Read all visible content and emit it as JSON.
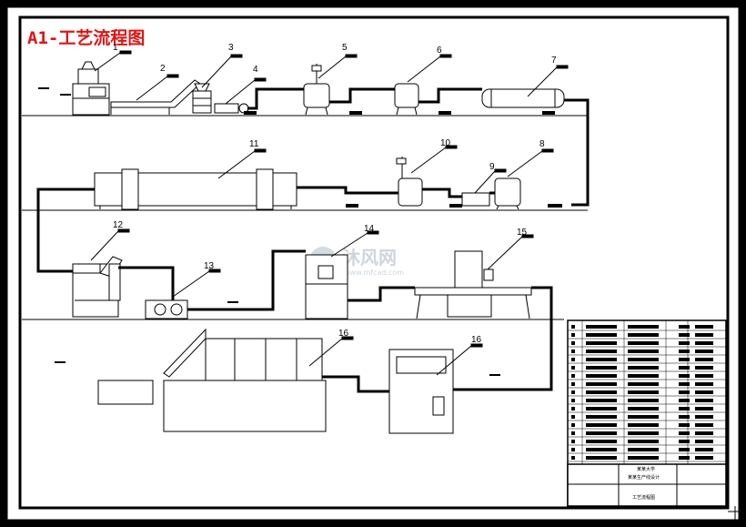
{
  "title": "A1-工艺流程图",
  "equipment_numbers": [
    "1",
    "2",
    "3",
    "4",
    "5",
    "6",
    "7",
    "8",
    "9",
    "10",
    "11",
    "12",
    "13",
    "14",
    "15",
    "16",
    "16"
  ],
  "title_block": {
    "line1": "某某大学",
    "line2": "某某生产线设计",
    "drawing_name": "工艺流程图"
  },
  "watermark": {
    "brand": "沐风网",
    "url": "www.mfcad.com"
  }
}
